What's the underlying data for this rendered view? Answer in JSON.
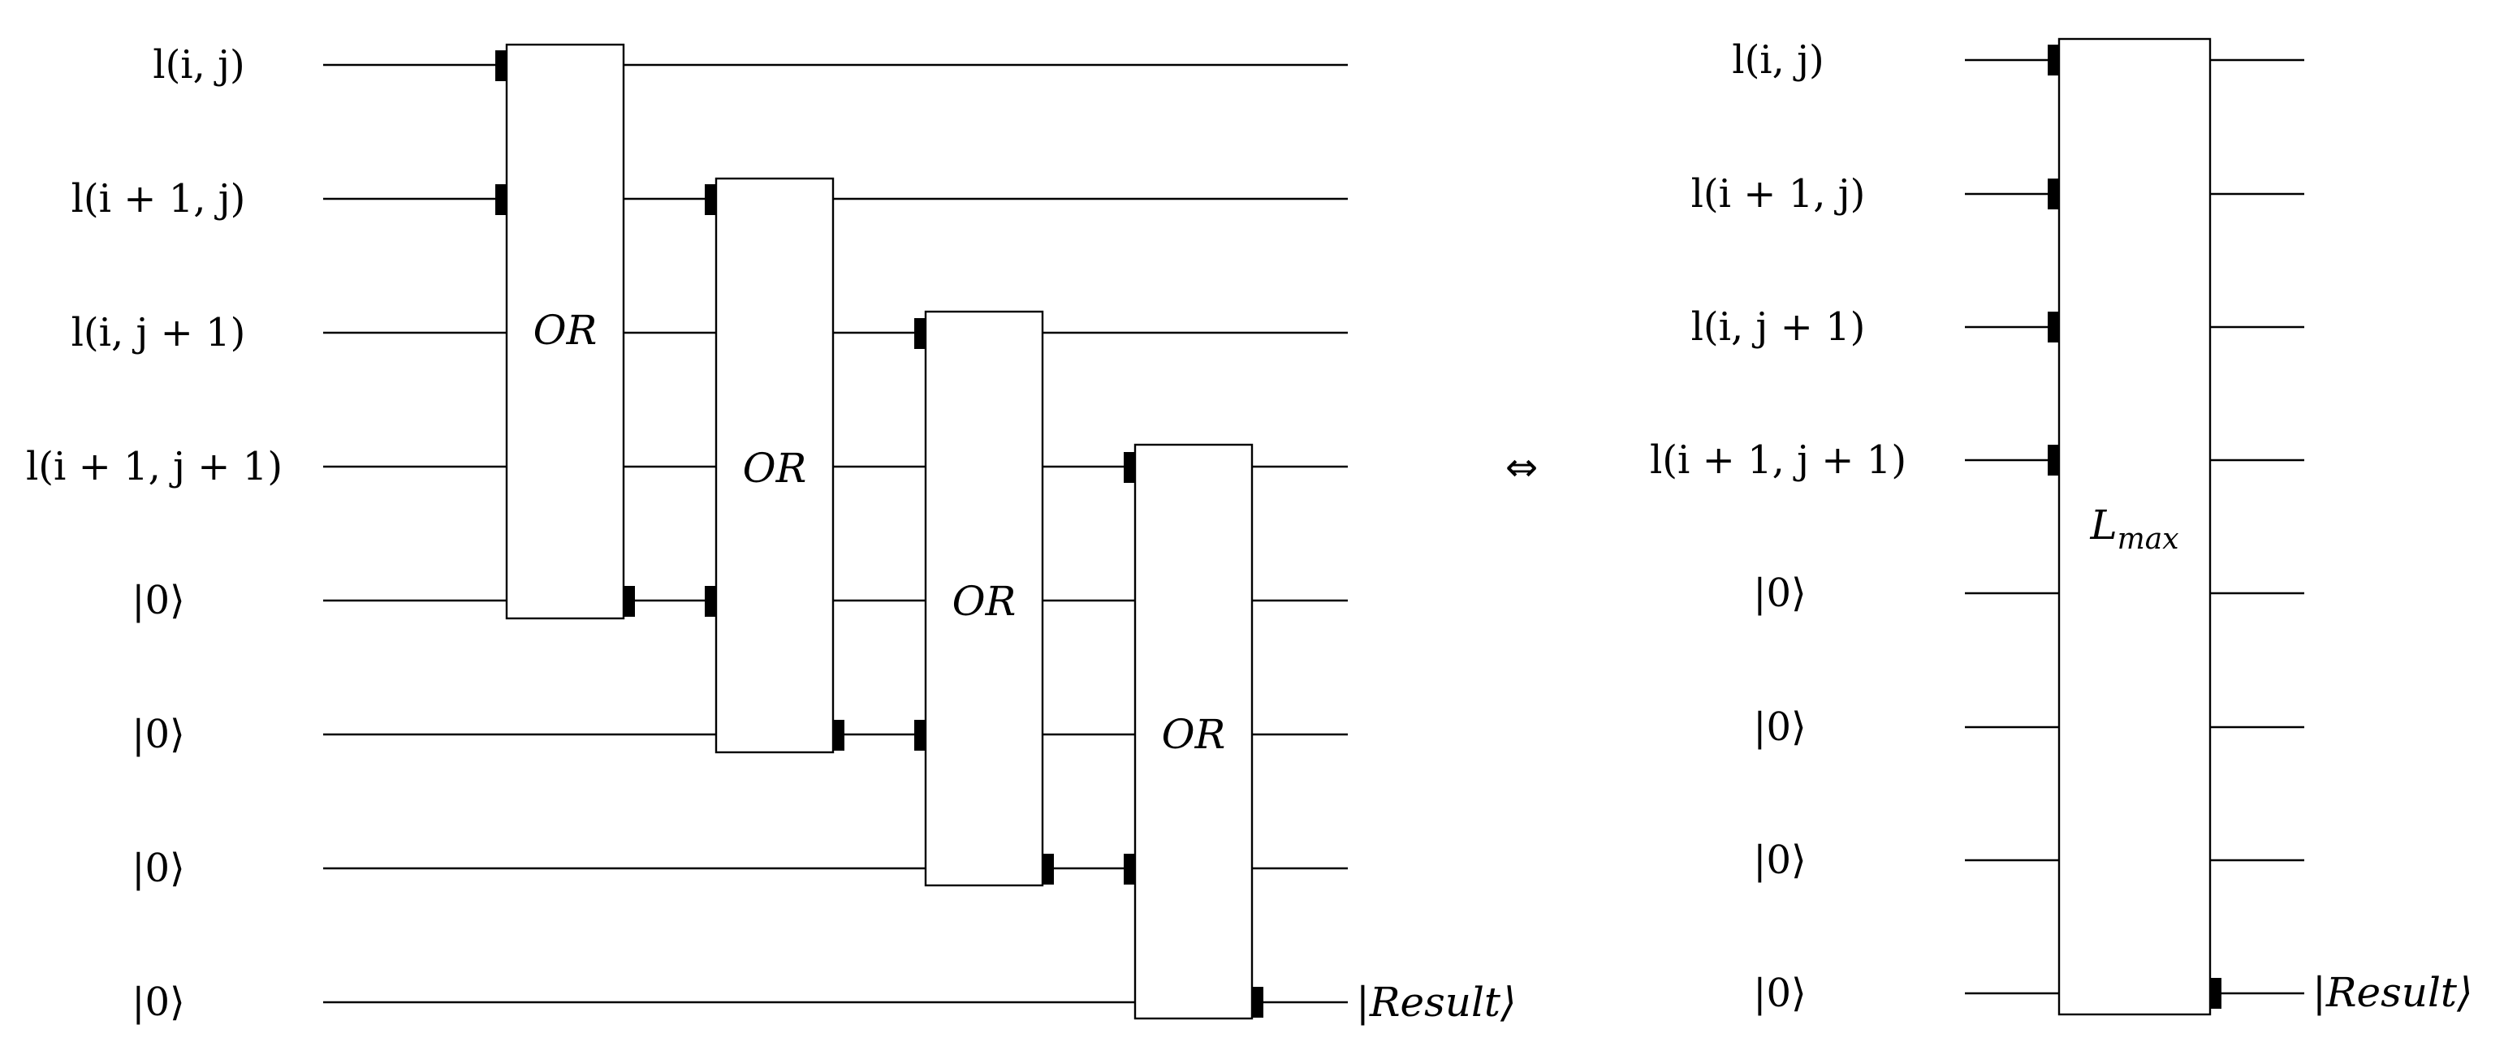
{
  "left_circuit": {
    "input_labels": [
      "l(i, j)",
      "l(i + 1, j)",
      "l(i, j + 1)",
      "l(i + 1, j + 1)",
      "|0⟩",
      "|0⟩",
      "|0⟩",
      "|0⟩"
    ],
    "gates": [
      {
        "label": "OR"
      },
      {
        "label": "OR"
      },
      {
        "label": "OR"
      },
      {
        "label": "OR"
      }
    ],
    "output_label": "|Result⟩"
  },
  "equivalence_symbol": "⇔",
  "right_circuit": {
    "input_labels": [
      "l(i, j)",
      "l(i + 1, j)",
      "l(i, j + 1)",
      "l(i + 1, j + 1)",
      "|0⟩",
      "|0⟩",
      "|0⟩",
      "|0⟩"
    ],
    "gate_label": "L",
    "gate_label_sub": "max",
    "output_label": "|Result⟩"
  }
}
